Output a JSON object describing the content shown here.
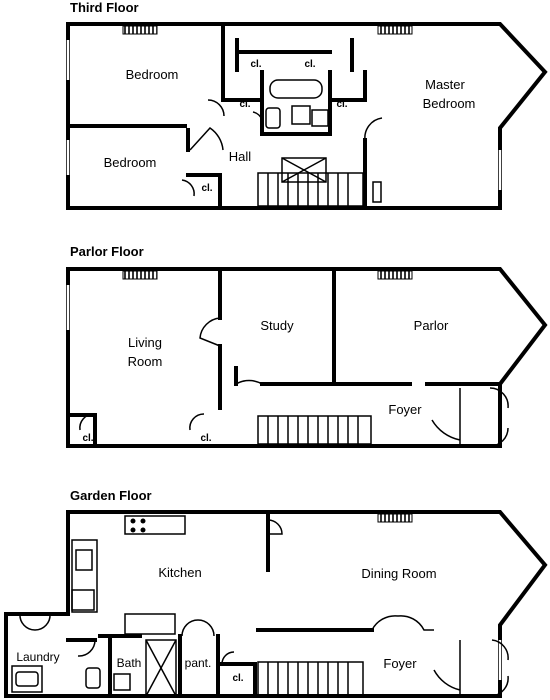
{
  "floors": {
    "third": {
      "title": "Third Floor",
      "rooms": {
        "bedroom_1": "Bedroom",
        "bedroom_2": "Bedroom",
        "hall": "Hall",
        "master_line1": "Master",
        "master_line2": "Bedroom"
      },
      "closets": {
        "c1": "cl.",
        "c2": "cl.",
        "c3": "cl.",
        "c4": "cl.",
        "c5": "cl."
      }
    },
    "parlor": {
      "title": "Parlor Floor",
      "rooms": {
        "living_line1": "Living",
        "living_line2": "Room",
        "study": "Study",
        "parlor": "Parlor",
        "foyer": "Foyer"
      },
      "closets": {
        "c1": "cl.",
        "c2": "cl."
      }
    },
    "garden": {
      "title": "Garden Floor",
      "rooms": {
        "kitchen": "Kitchen",
        "dining": "Dining Room",
        "laundry": "Laundry",
        "bath": "Bath",
        "pantry": "pant.",
        "foyer": "Foyer"
      },
      "closets": {
        "c1": "cl."
      }
    }
  }
}
